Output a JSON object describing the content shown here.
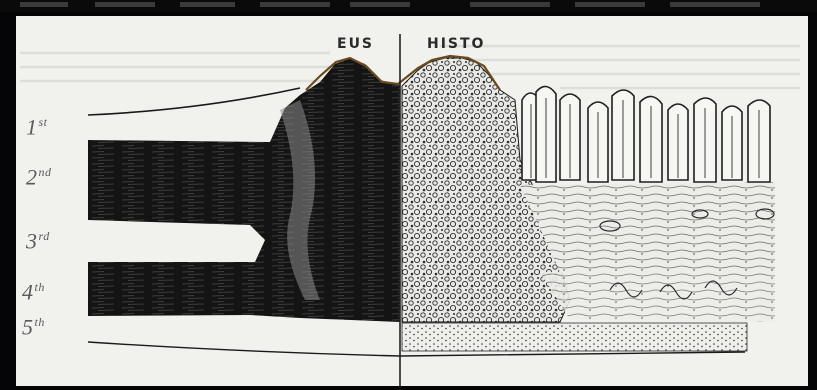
{
  "figure": {
    "headers": {
      "left": "EUS",
      "right": "HISTO"
    },
    "layers": [
      {
        "num": "1",
        "suffix": "st"
      },
      {
        "num": "2",
        "suffix": "nd"
      },
      {
        "num": "3",
        "suffix": "rd"
      },
      {
        "num": "4",
        "suffix": "th"
      },
      {
        "num": "5",
        "suffix": "th"
      }
    ],
    "colors": {
      "frame": "#050507",
      "paper": "#f1f1ee",
      "ink": "#141414",
      "accent_outline": "#6b4a1e"
    }
  }
}
